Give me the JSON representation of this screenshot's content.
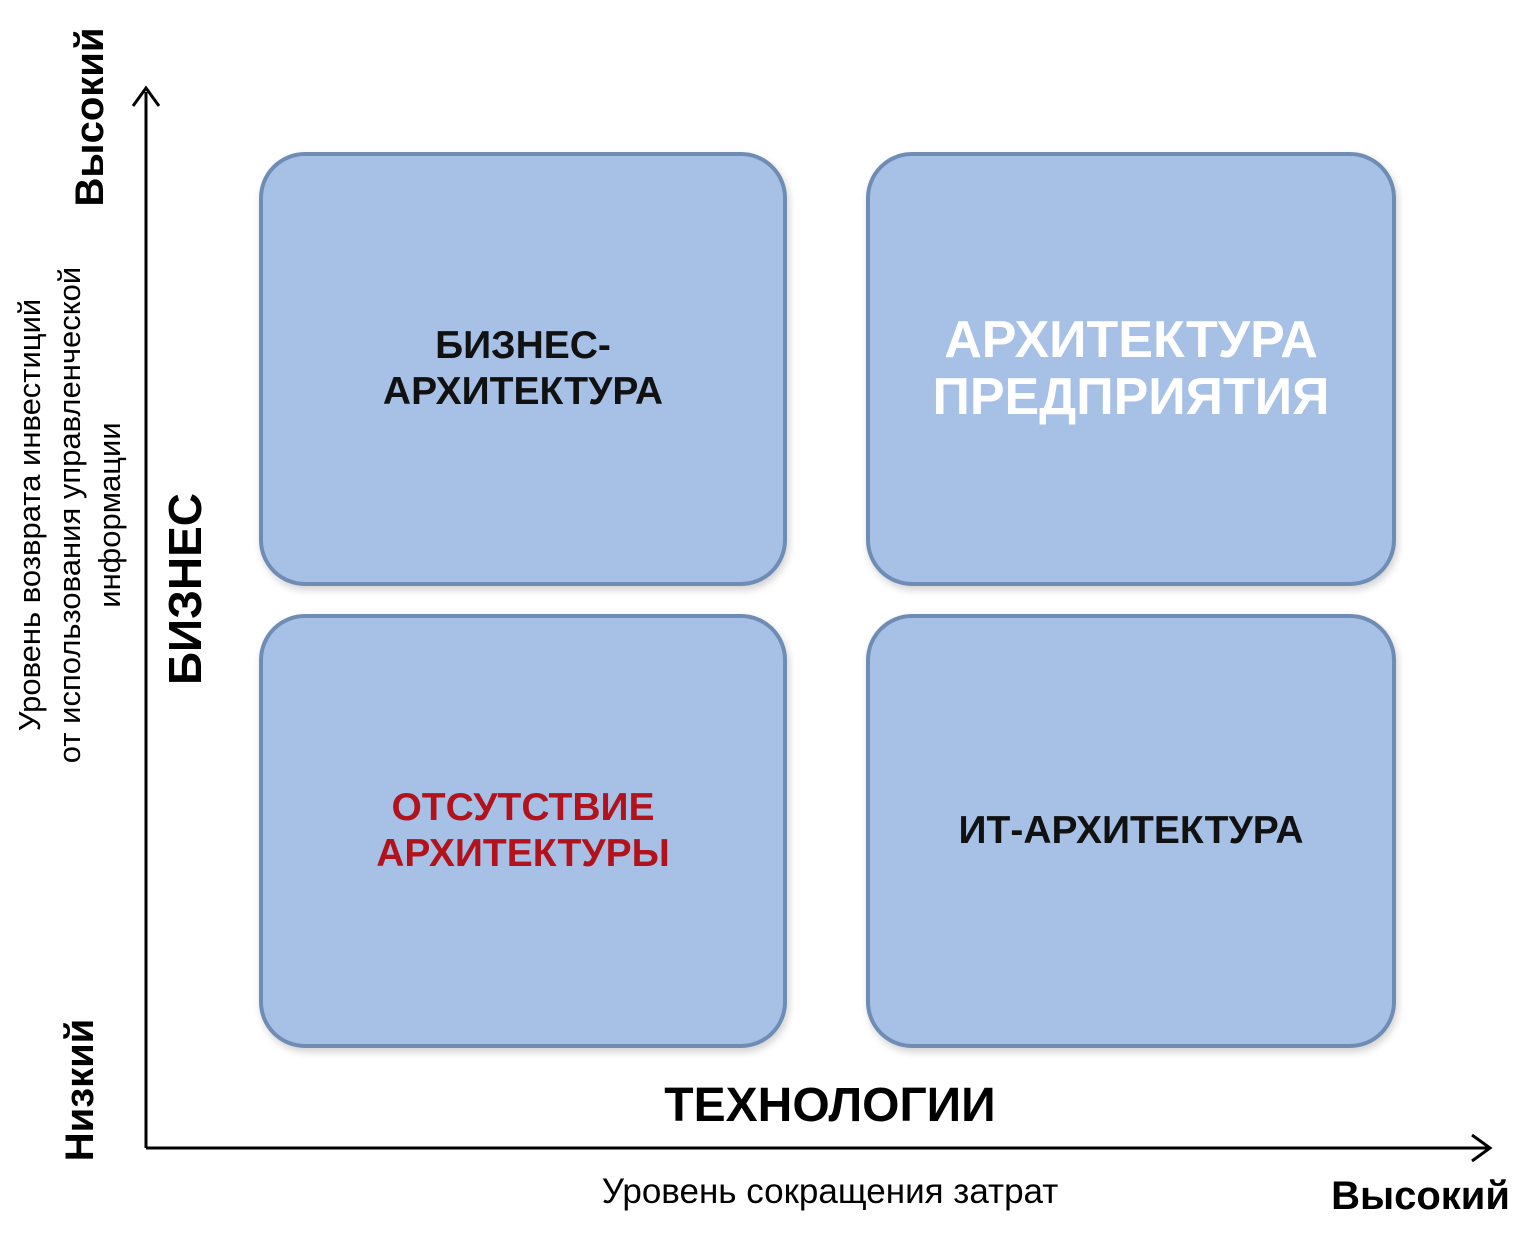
{
  "y_axis": {
    "high_label": "Высокий",
    "low_label": "Низкий",
    "category": "БИЗНЕС",
    "description": "Уровень возврата инвестиций\nот использования управленческой\nинформации"
  },
  "x_axis": {
    "category": "ТЕХНОЛОГИИ",
    "description": "Уровень сокращения затрат",
    "high_label": "Высокий"
  },
  "quadrants": {
    "top_left": "БИЗНЕС-\nАРХИТЕКТУРА",
    "top_right": "АРХИТЕКТУРА\nПРЕДПРИЯТИЯ",
    "bottom_left": "ОТСУТСТВИЕ\nАРХИТЕКТУРЫ",
    "bottom_right": "ИТ-АРХИТЕКТУРА"
  },
  "colors": {
    "box_fill": "#a7c0e6",
    "box_border": "#6f8db4",
    "highlight_white": "#ffffff",
    "highlight_red": "#b2121b"
  }
}
